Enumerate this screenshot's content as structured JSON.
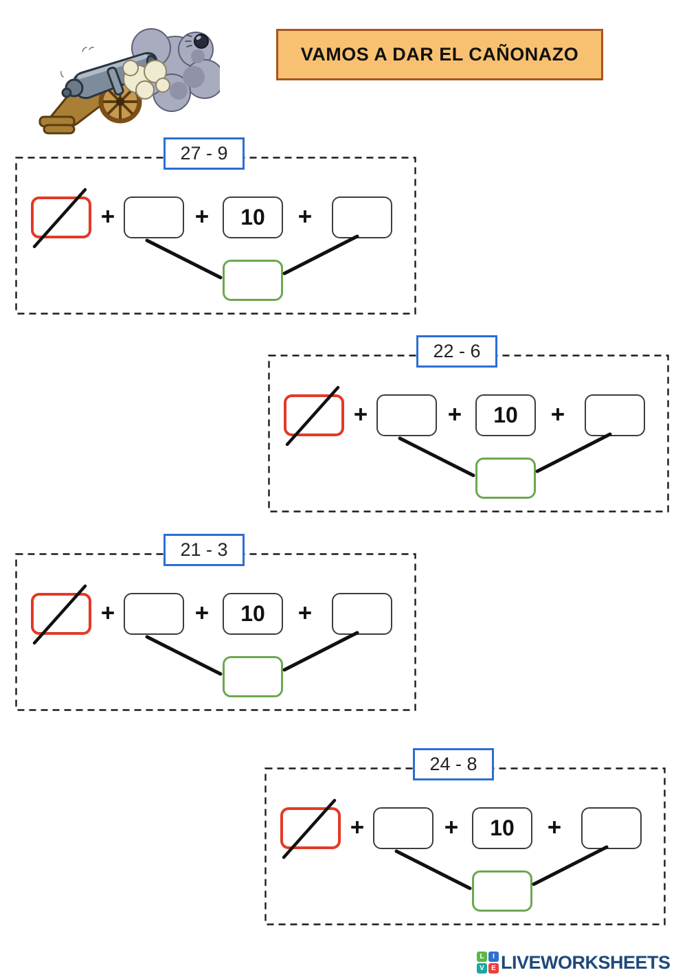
{
  "header": {
    "title": "VAMOS A DAR EL CAÑONAZO",
    "banner_bg": "#f8c171",
    "banner_border": "#a8551f",
    "icon": "cannon-firing-icon"
  },
  "blocks": [
    {
      "label": "27 - 9",
      "plus": "+",
      "middle_value": "10"
    },
    {
      "label": "22 - 6",
      "plus": "+",
      "middle_value": "10"
    },
    {
      "label": "21 - 3",
      "plus": "+",
      "middle_value": "10"
    },
    {
      "label": "24 - 8",
      "plus": "+",
      "middle_value": "10"
    }
  ],
  "box_colors": {
    "crossed_box_border": "#e23a26",
    "label_box_border": "#2b6ed3",
    "sum_box_border": "#6aa84f",
    "plain_box_border": "#3c3c3c"
  },
  "footer": {
    "brand": "LIVEWORKSHEETS",
    "brand_color": "#1e4a7a",
    "logo_tiles": [
      {
        "letter": "L",
        "color": "#58b947"
      },
      {
        "letter": "I",
        "color": "#2f6fd0"
      },
      {
        "letter": "V",
        "color": "#1ba8a0"
      },
      {
        "letter": "E",
        "color": "#e8413c"
      }
    ]
  }
}
